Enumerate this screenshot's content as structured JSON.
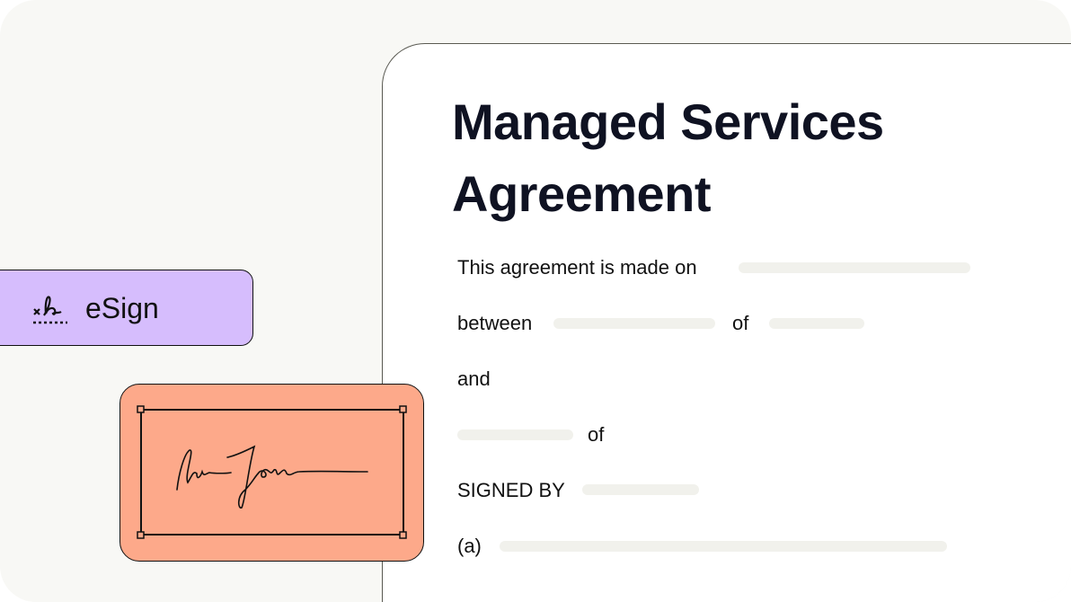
{
  "document": {
    "title_line1": "Managed Services",
    "title_line2": "Agreement",
    "lines": {
      "made_on": "This agreement is made on",
      "between": "between",
      "of1": "of",
      "and": "and",
      "of2": "of",
      "signed_by": "SIGNED BY",
      "a": "(a)"
    }
  },
  "esign": {
    "label": "eSign",
    "icon": "signature-icon"
  },
  "signature_card": {
    "icon": "handwritten-signature"
  },
  "colors": {
    "background": "#f8f8f5",
    "esign": "#d6bdfd",
    "signature_card": "#fda98a",
    "placeholder": "#f1f1ec"
  }
}
